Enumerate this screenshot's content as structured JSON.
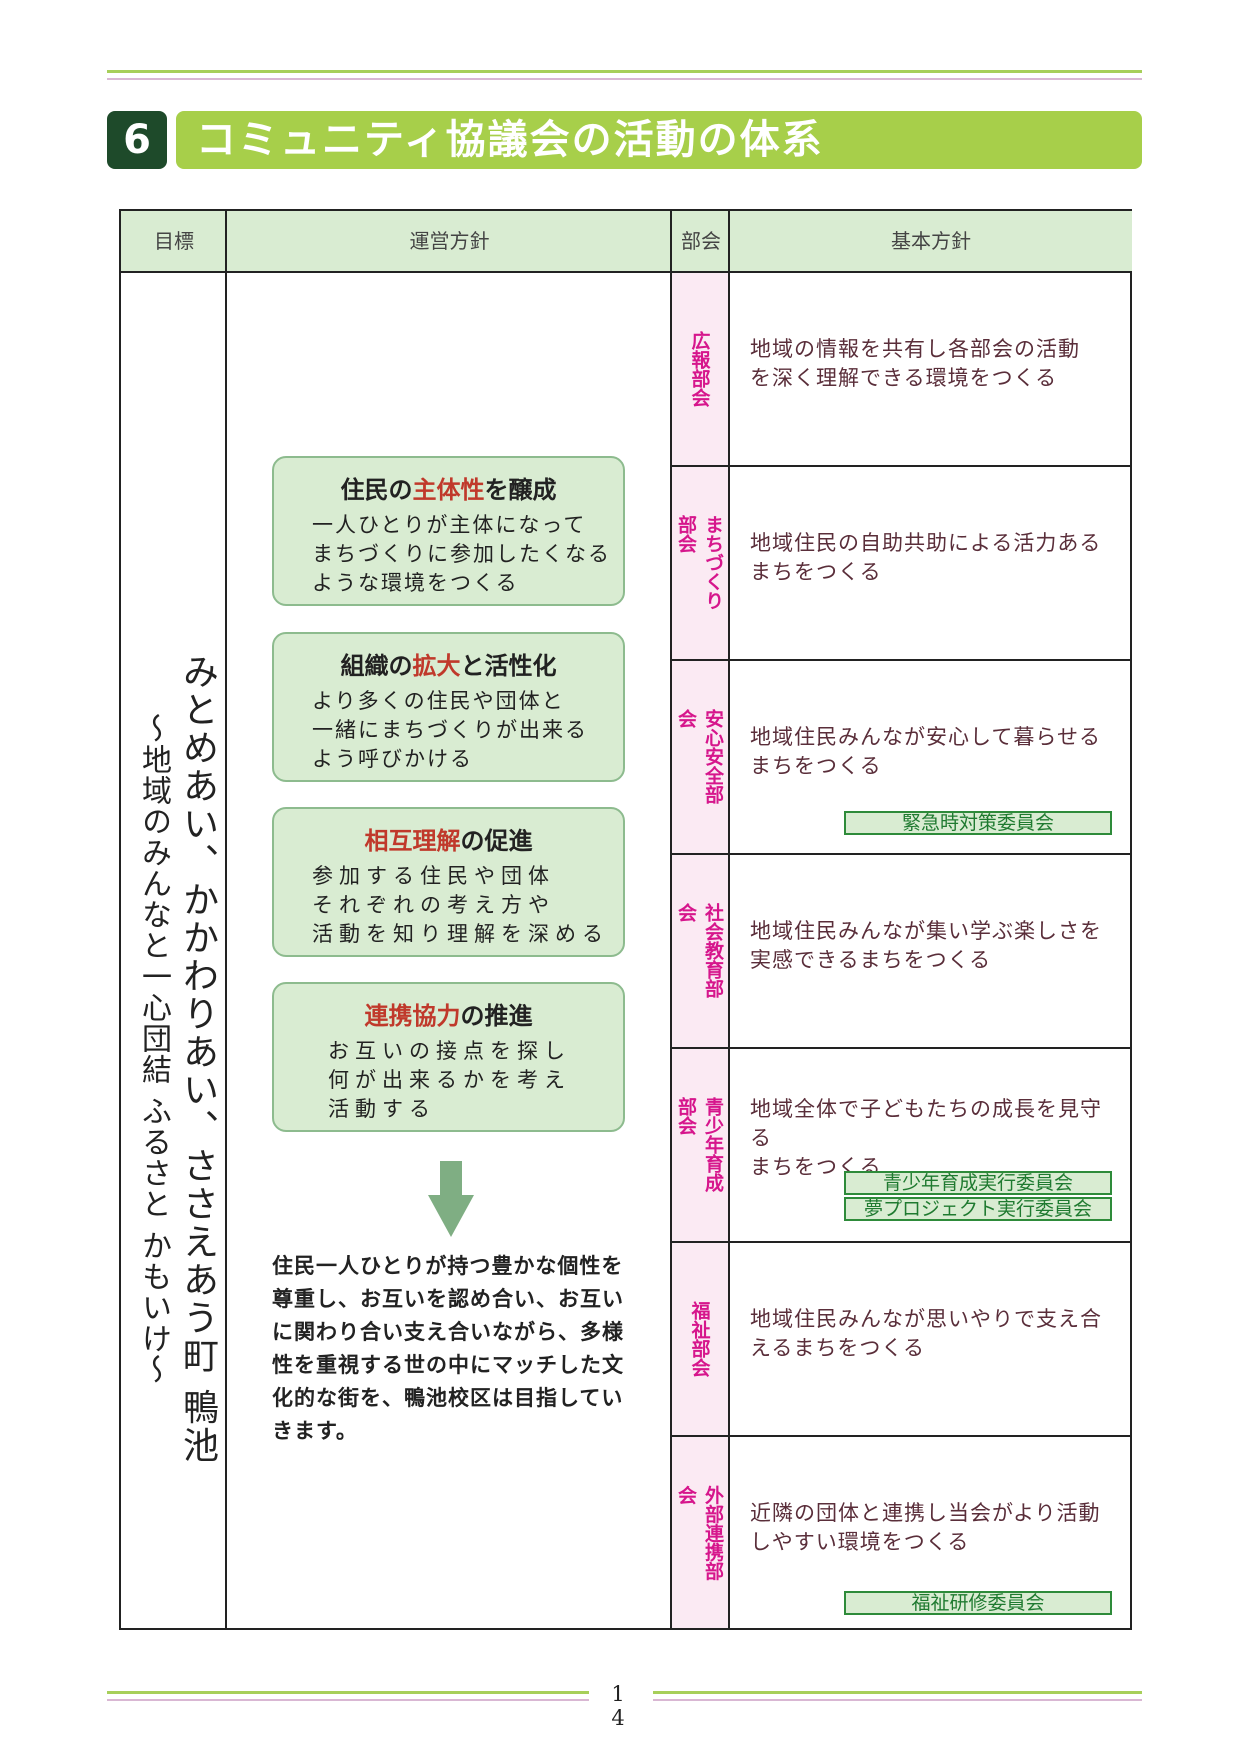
{
  "section": {
    "number": "6",
    "title": "コミュニティ協議会の活動の体系"
  },
  "table": {
    "headers": {
      "goal": "目標",
      "policy": "運営方針",
      "dept": "部会",
      "basic": "基本方針"
    },
    "goal": {
      "main": "みとめあい、かかわりあい、ささえあう町 鴨池",
      "sub": "～地域のみんなと一心団結 ふるさと かもいけ～"
    },
    "policies": [
      {
        "pre": "住民の",
        "hl": "主体性",
        "post": "を醸成",
        "desc": "一人ひとりが主体になって\nまちづくりに参加したくなる\nような環境をつくる"
      },
      {
        "pre": "組織の",
        "hl": "拡大",
        "post": "と活性化",
        "desc": "より多くの住民や団体と\n一緒にまちづくりが出来る\nよう呼びかける"
      },
      {
        "pre": "",
        "hl": "相互理解",
        "post": "の促進",
        "desc": "参加する住民や団体\nそれぞれの考え方や\n活動を知り理解を深める"
      },
      {
        "pre": "",
        "hl": "連携協力",
        "post": "の推進",
        "desc": "お互いの接点を探し\n何が出来るかを考え\n活動する"
      }
    ],
    "summary": "住民一人ひとりが持つ豊かな個性を尊重し、お互いを認め合い、お互いに関わり合い支え合いながら、多様性を重視する世の中にマッチした文化的な街を、鴨池校区は目指していきます。",
    "departments": [
      {
        "name": "広報部会",
        "basic": "地域の情報を共有し各部会の活動\nを深く理解できる環境をつくる",
        "committees": []
      },
      {
        "name": "まちづくり部会",
        "basic": "地域住民の自助共助による活力ある\nまちをつくる",
        "committees": []
      },
      {
        "name": "安心安全部会",
        "basic": "地域住民みんなが安心して暮らせる\nまちをつくる",
        "committees": [
          "緊急時対策委員会"
        ]
      },
      {
        "name": "社会教育部会",
        "basic": "地域住民みんなが集い学ぶ楽しさを\n実感できるまちをつくる",
        "committees": []
      },
      {
        "name": "青少年育成部会",
        "basic": "地域全体で子どもたちの成長を見守る\nまちをつくる",
        "committees": [
          "青少年育成実行委員会",
          "夢プロジェクト実行委員会"
        ]
      },
      {
        "name": "福祉部会",
        "basic": "地域住民みんなが思いやりで支え合\nえるまちをつくる",
        "committees": []
      },
      {
        "name": "外部連携部会",
        "basic": "近隣の団体と連携し当会がより活動\nしやすい環境をつくる",
        "committees": [
          "福祉研修委員会"
        ]
      }
    ]
  },
  "page_number": "1 4",
  "colors": {
    "title_bar": "#a7cf4a",
    "number_box": "#1e4a2a",
    "header_bg": "#d9ecd2",
    "dept_text": "#d6168c",
    "highlight": "#c0392b"
  }
}
